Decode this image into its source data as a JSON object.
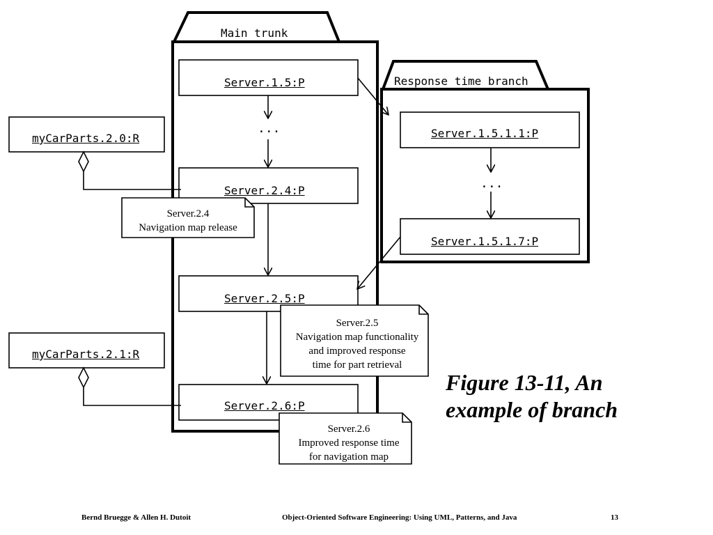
{
  "packages": {
    "main_trunk": "Main trunk",
    "response_branch": "Response time branch"
  },
  "versions": {
    "v1_5": "Server.1.5:P",
    "ellipsis_main": "...",
    "v2_4": "Server.2.4:P",
    "v2_5": "Server.2.5:P",
    "v2_6": "Server.2.6:P",
    "b1_5_1_1": "Server.1.5.1.1:P",
    "ellipsis_branch": "...",
    "b1_5_1_7": "Server.1.5.1.7:P"
  },
  "releases": {
    "r2_0": "myCarParts.2.0:R",
    "r2_1": "myCarParts.2.1:R"
  },
  "notes": {
    "n2_4": [
      "Server.2.4",
      "Navigation map release"
    ],
    "n2_5": [
      "Server.2.5",
      "Navigation map functionality",
      "and improved response",
      "time for part retrieval"
    ],
    "n2_6": [
      "Server.2.6",
      "Improved response time",
      "for navigation map"
    ]
  },
  "figure": {
    "line1": "Figure 13-11, An",
    "line2": "example of branch"
  },
  "footer": {
    "authors": "Bernd Bruegge & Allen H. Dutoit",
    "book": "Object-Oriented Software Engineering: Using UML, Patterns, and Java",
    "page": "13"
  }
}
